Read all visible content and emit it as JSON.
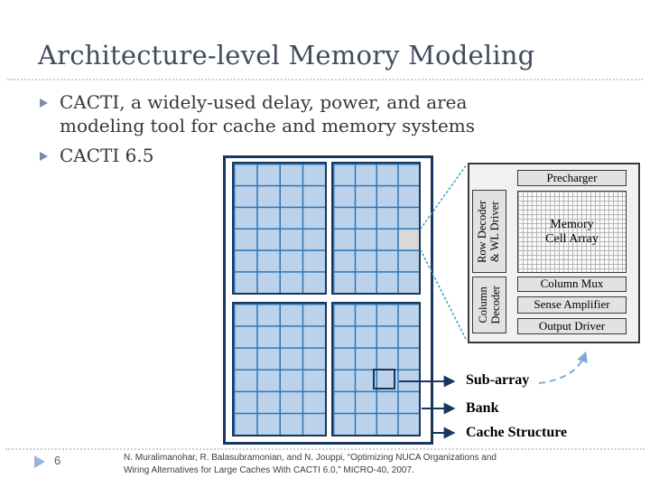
{
  "slide": {
    "title": "Architecture-level Memory Modeling",
    "bullets": [
      {
        "text": "CACTI, a widely-used delay, power, and area modeling tool for cache and memory systems"
      },
      {
        "text": "CACTI 6.5"
      }
    ],
    "diagram": {
      "cache": {
        "banks": 4,
        "bank_grid_cols": 4,
        "bank_grid_rows": 6
      },
      "detail": {
        "precharger": "Precharger",
        "row_decoder_line1": "Row Decoder",
        "row_decoder_line2": "& WL Driver",
        "memory_array_line1": "Memory",
        "memory_array_line2": "Cell Array",
        "column_decoder_line1": "Column",
        "column_decoder_line2": "Decoder",
        "column_mux": "Column Mux",
        "sense_amplifier": "Sense Amplifier",
        "output_driver": "Output Driver"
      },
      "callouts": {
        "sub_array": "Sub-array",
        "bank": "Bank",
        "cache_structure": "Cache Structure"
      }
    },
    "footer": {
      "page_number": "6",
      "citation": "N. Muralimanohar, R. Balasubramonian, and N. Jouppi, “Optimizing NUCA Organizations and Wiring Alternatives for Large Caches With CACTI 6.0,” MICRO-40, 2007."
    },
    "colors": {
      "title_text": "#414C5E",
      "navy_border": "#17375E",
      "grid_blue": "#2E75B6",
      "cell_blue": "#BCD2EA",
      "highlight_gray": "#D9D9D9",
      "teal_dash": "#3DA8C4",
      "curve_arrow_blue": "#7FA8D8",
      "footer_triangle_blue": "#98B6D9"
    }
  }
}
